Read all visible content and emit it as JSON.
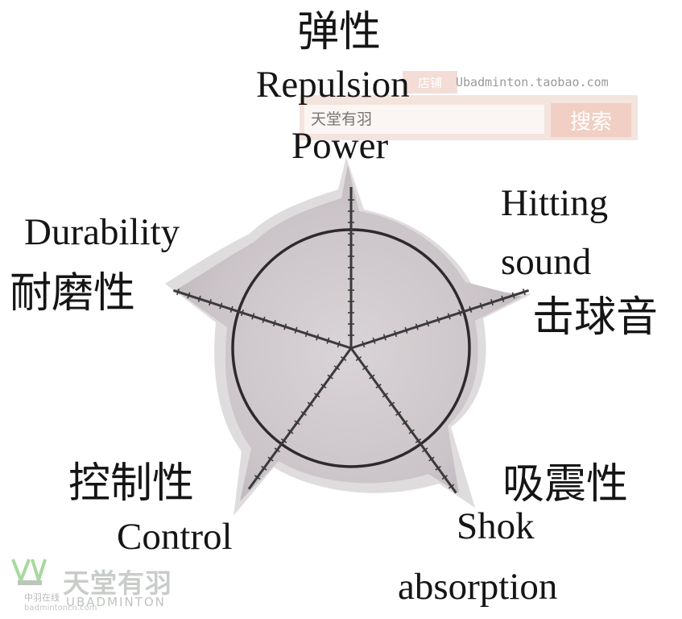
{
  "chart_data": {
    "type": "radar",
    "axes": [
      {
        "zh": "弹性",
        "en_lines": [
          "Repulsion",
          "Power"
        ]
      },
      {
        "zh": "击球音",
        "en_lines": [
          "Hitting",
          "sound"
        ]
      },
      {
        "zh": "吸震性",
        "en_lines": [
          "Shok",
          "absorption"
        ]
      },
      {
        "zh": "控制性",
        "en_lines": [
          "Control"
        ]
      },
      {
        "zh": "耐磨性",
        "en_lines": [
          "Durability"
        ]
      }
    ],
    "colors": {
      "fill": "#d3ccd0",
      "halo": "#cfcacb",
      "circle": "#2e2a2c",
      "axis": "#3a3a3a"
    }
  },
  "watermark": {
    "shop_label": "店铺",
    "shop_url": "Ubadminton.taobao.com",
    "search_placeholder": "天堂有羽",
    "search_button": "搜索"
  },
  "logo": {
    "name_cn": "天堂有羽",
    "name_en": "UBADMINTON",
    "small_cn": "中羽在线",
    "small_url": "badmintoncn.com"
  }
}
